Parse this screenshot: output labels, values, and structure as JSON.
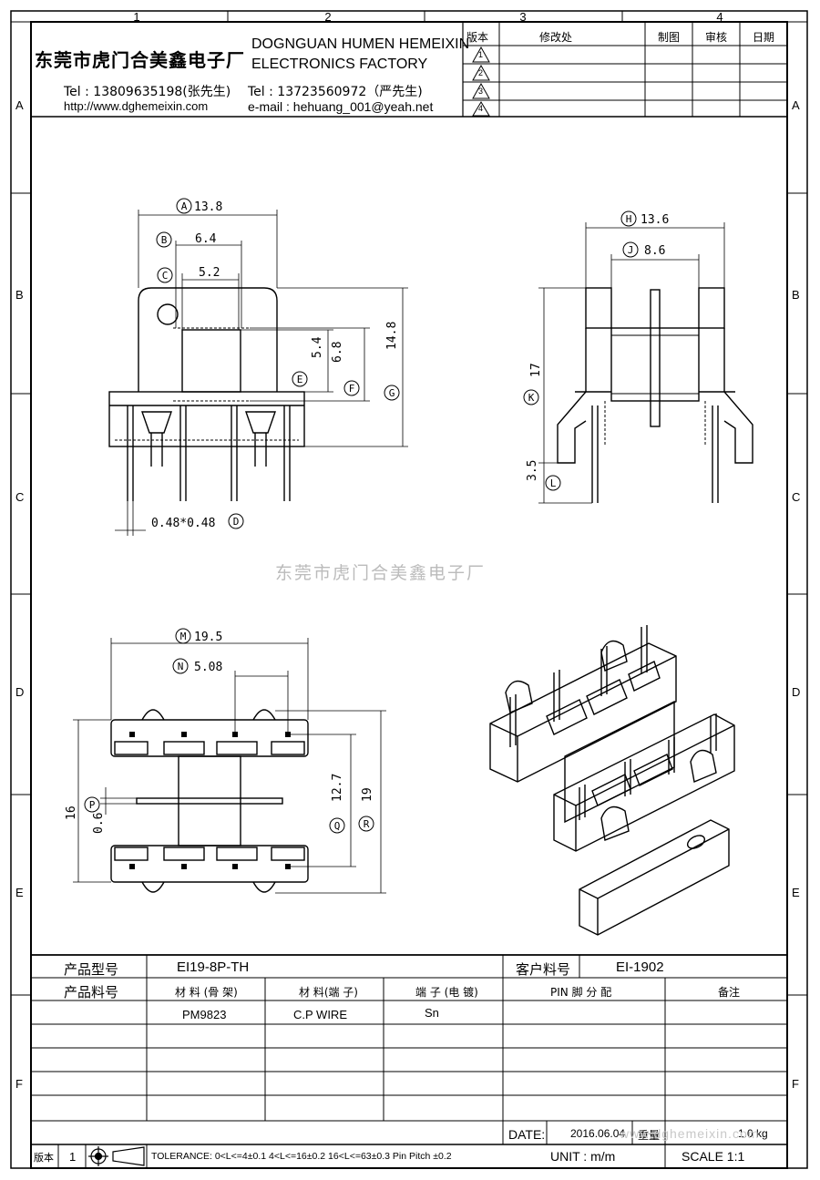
{
  "zones": {
    "columns": [
      "1",
      "2",
      "3",
      "4"
    ],
    "rows": [
      "A",
      "B",
      "C",
      "D",
      "E",
      "F"
    ]
  },
  "header": {
    "company_cn": "东莞市虎门合美鑫电子厂",
    "company_en_line1": "DOGNGUAN HUMEN HEMEIXIN",
    "company_en_line2": "ELECTRONICS FACTORY",
    "tel1": "Tel : 13809635198(张先生)",
    "url": "http://www.dghemeixin.com",
    "tel2": "Tel : 13723560972（严先生)",
    "email": "e-mail : hehuang_001@yeah.net"
  },
  "revision_table": {
    "headers": [
      "版本",
      "修改处",
      "制图",
      "审核",
      "日期"
    ],
    "rows": [
      "1",
      "2",
      "3",
      "4"
    ]
  },
  "dimensions": {
    "A": "13.8",
    "B": "6.4",
    "C": "5.2",
    "D": "0.48*0.48",
    "E": "5.4",
    "F": "6.8",
    "G": "14.8",
    "H": "13.6",
    "J": "8.6",
    "K": "17",
    "L": "3.5",
    "M": "19.5",
    "N": "5.08",
    "P": "0.6",
    "Q": "12.7",
    "R": "19",
    "side16": "16"
  },
  "dimension_letters": [
    "A",
    "B",
    "C",
    "D",
    "E",
    "F",
    "G",
    "H",
    "J",
    "K",
    "L",
    "M",
    "N",
    "P",
    "Q",
    "R"
  ],
  "watermark": "东莞市虎门合美鑫电子厂",
  "title_block": {
    "product_model_label": "产品型号",
    "product_model": "EI19-8P-TH",
    "customer_part_label": "客户料号",
    "customer_part": "EI-1902",
    "product_part_label": "产品料号",
    "material_bobbin_label": "材 料 (骨 架)",
    "material_pin_label": "材 料(端 子)",
    "pin_plating_label": "端 子 (电 镀)",
    "pin_assign_label": "PIN 脚 分 配",
    "remarks_label": "备注",
    "material_bobbin": "PM9823",
    "material_pin": "C.P WIRE",
    "pin_plating": "Sn",
    "date_label": "DATE:",
    "date": "2016.06.04",
    "weight_label": "重量",
    "weight": "1.0 kg",
    "watermark_url": "www.dghemeixin.com",
    "version_label": "版本",
    "version": "1",
    "tolerance": "TOLERANCE:  0<L<=4±0.1  4<L<=16±0.2  16<L<=63±0.3  Pin Pitch  ±0.2",
    "unit": "UNIT : m/m",
    "scale": "SCALE   1:1"
  }
}
